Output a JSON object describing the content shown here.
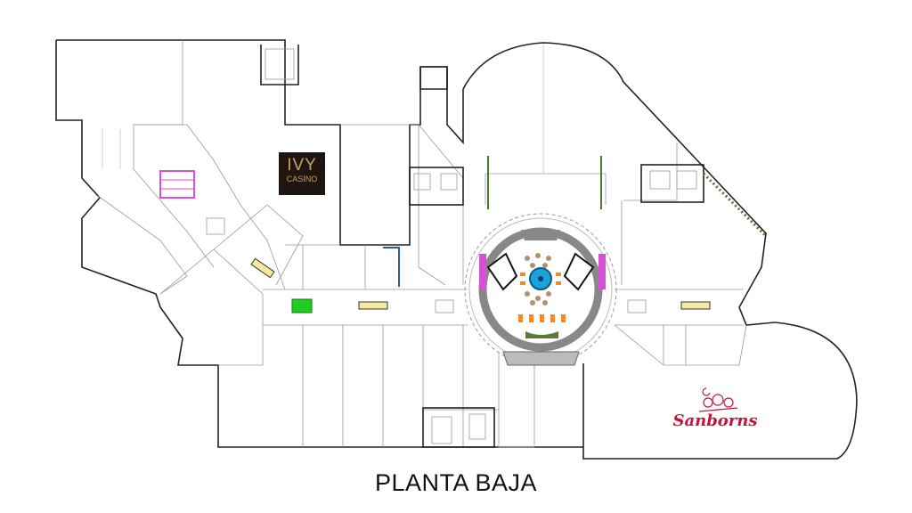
{
  "plan": {
    "title": "PLANTA BAJA",
    "tenants": [
      {
        "name": "IVY",
        "subtitle": "CASINO"
      },
      {
        "name": "Sanborns"
      }
    ]
  },
  "colors": {
    "ivy_bg": "#1e1410",
    "ivy_text": "#c9a35a",
    "sanborns": "#c8143c",
    "fountain": "#1aa3d9",
    "green_marker": "#22cc22",
    "stairs": "#d64fd6",
    "seating": "#f08a2a"
  }
}
